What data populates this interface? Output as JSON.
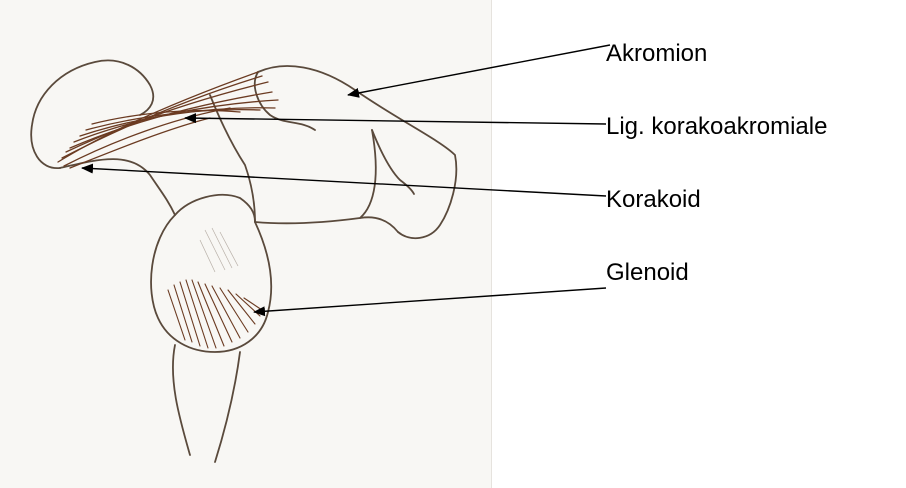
{
  "labels": {
    "akromion": "Akromion",
    "ligament": "Lig. korakoakromiale",
    "korakoid": "Korakoid",
    "glenoid": "Glenoid"
  },
  "colors": {
    "outline": "#5a4a3c",
    "fibers": "#6b3b22",
    "arrow": "#000000",
    "paper": "#f8f7f4"
  }
}
